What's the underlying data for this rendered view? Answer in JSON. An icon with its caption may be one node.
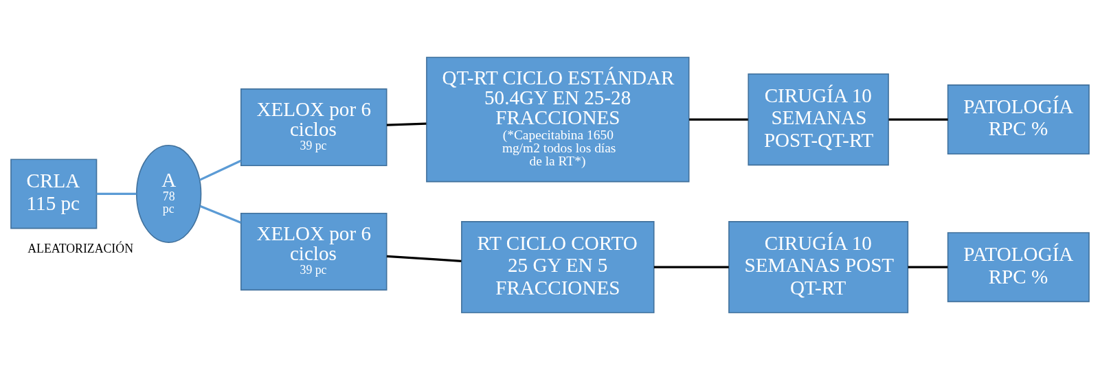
{
  "diagram": {
    "nodes": [
      {
        "text": [
          "CRLA 115 pc"
        ]
      },
      {
        "text": [
          "A",
          "78 pc"
        ],
        "beside": [
          "ALEATORIZACIÓN"
        ]
      },
      {
        "text": [
          "XELOX por 6 ciclos",
          "39 pc"
        ]
      },
      {
        "text": [
          "QT-RT CICLO ESTÁNDAR 50.4GY EN 25-28 FRACCIONES",
          "(*Capecitabina 1650 mg/m2 todos los días de la RT*)"
        ]
      },
      {
        "text": [
          "CIRUGÍA 10 SEMANAS POST-QT-RT"
        ]
      },
      {
        "text": [
          "PATOLOGÍA RPC %"
        ]
      },
      {
        "text": [
          "XELOX por 6 ciclos",
          "39 pc"
        ]
      },
      {
        "text": [
          "RT CICLO CORTO 25 GY EN 5 FRACCIONES"
        ]
      },
      {
        "text": [
          "CIRUGÍA 10 SEMANAS POST QT-RT"
        ]
      },
      {
        "text": [
          "PATOLOGÍA RPC %"
        ]
      }
    ],
    "edges": [
      {
        "from": 0,
        "to": 1,
        "arrow": "none",
        "color": "#5b9bd5"
      },
      {
        "from": 1,
        "to": 2,
        "arrow": "none",
        "color": "#5b9bd5"
      },
      {
        "from": 1,
        "to": 6,
        "arrow": "none",
        "color": "#5b9bd5"
      },
      {
        "from": 2,
        "to": 3,
        "arrow": "none"
      },
      {
        "from": 3,
        "to": 4,
        "arrow": "none"
      },
      {
        "from": 4,
        "to": 5,
        "arrow": "none"
      },
      {
        "from": 6,
        "to": 7,
        "arrow": "none"
      },
      {
        "from": 7,
        "to": 8,
        "arrow": "none"
      },
      {
        "from": 8,
        "to": 9,
        "arrow": "none"
      }
    ]
  }
}
